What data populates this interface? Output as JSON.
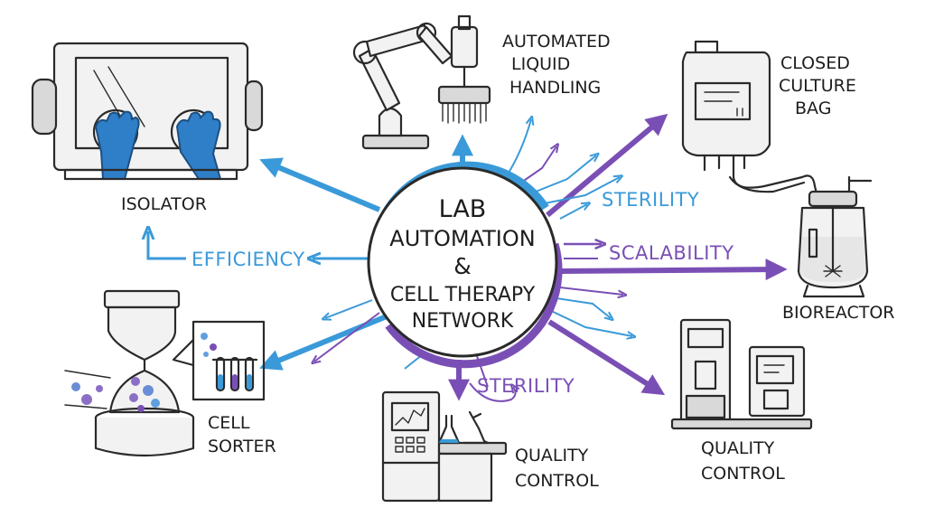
{
  "hub": {
    "lines": [
      "LAB",
      "AUTOMATION",
      "&",
      "CELL THERAPY",
      "NETWORK"
    ]
  },
  "nodes": {
    "isolator": [
      "ISOLATOR"
    ],
    "liquid_handling": [
      "AUTOMATED",
      "LIQUID",
      "HANDLING"
    ],
    "culture_bag": [
      "CLOSED",
      "CULTURE",
      "BAG"
    ],
    "bioreactor": [
      "BIOREACTOR"
    ],
    "cell_sorter": [
      "CELL",
      "SORTER"
    ],
    "qc_center": [
      "QUALITY",
      "CONTROL"
    ],
    "qc_right": [
      "QUALITY",
      "CONTROL"
    ]
  },
  "edge_labels": {
    "efficiency": "EFFICIENCY",
    "sterility_top": "STERILITY",
    "scalability": "SCALABILITY",
    "sterility_bottom": "STERILITY"
  },
  "colors": {
    "blue": "#3a9ad9",
    "purple": "#7a4fb5",
    "ink": "#2a2a2a",
    "glove": "#2f7fc8"
  }
}
